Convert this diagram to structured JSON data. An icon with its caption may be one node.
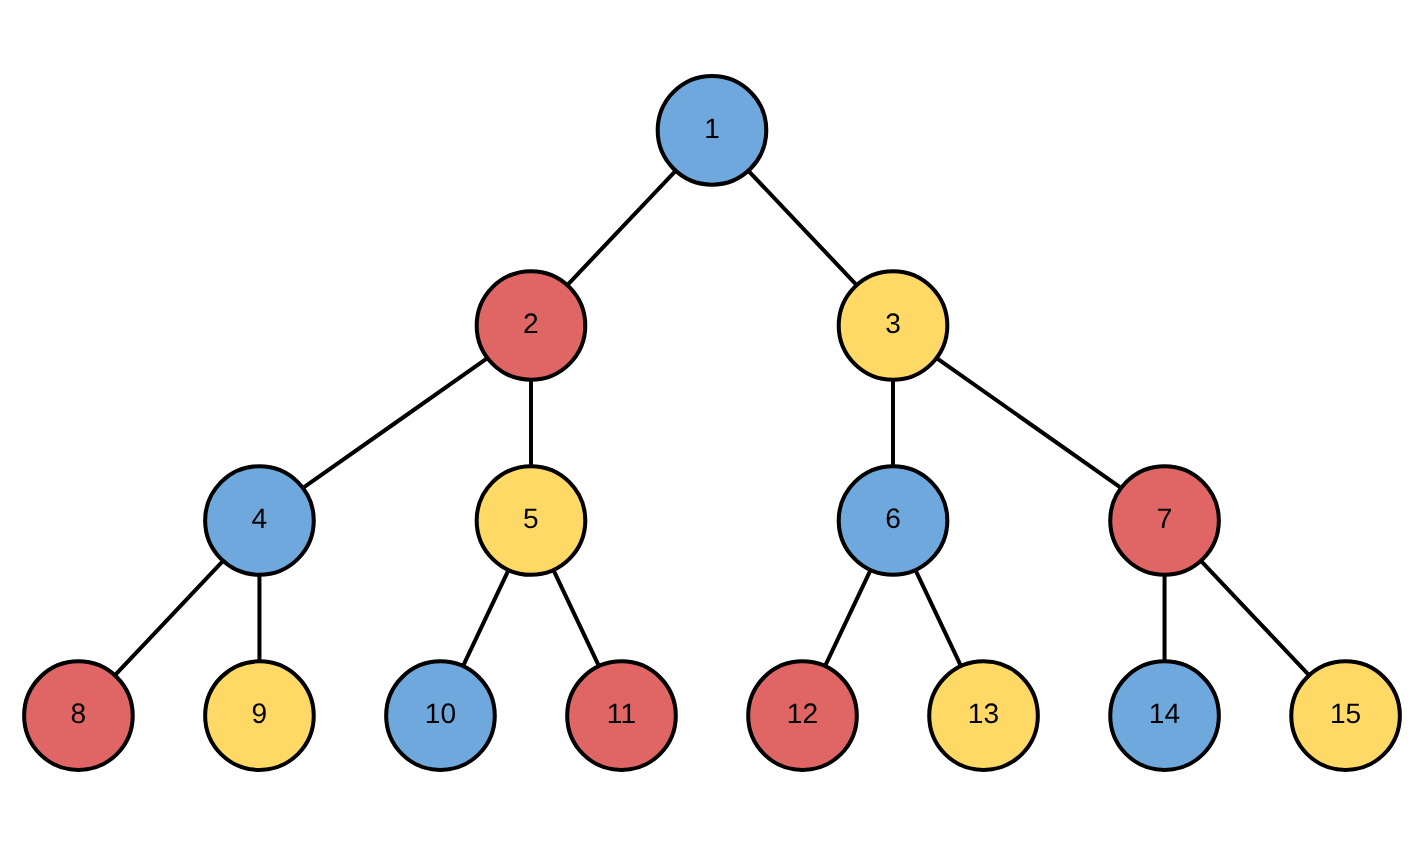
{
  "diagram": {
    "nodes": [
      {
        "text": [
          "1"
        ]
      },
      {
        "text": [
          "2"
        ]
      },
      {
        "text": [
          "3"
        ]
      },
      {
        "text": [
          "4"
        ]
      },
      {
        "text": [
          "5"
        ]
      },
      {
        "text": [
          "6"
        ]
      },
      {
        "text": [
          "7"
        ]
      },
      {
        "text": [
          "8"
        ]
      },
      {
        "text": [
          "9"
        ]
      },
      {
        "text": [
          "10"
        ]
      },
      {
        "text": [
          "11"
        ]
      },
      {
        "text": [
          "12"
        ]
      },
      {
        "text": [
          "13"
        ]
      },
      {
        "text": [
          "14"
        ]
      },
      {
        "text": [
          "15"
        ]
      }
    ],
    "edges": [
      {
        "from": 0,
        "to": 1,
        "arrow": "none"
      },
      {
        "from": 0,
        "to": 2,
        "arrow": "none"
      },
      {
        "from": 1,
        "to": 3,
        "arrow": "none"
      },
      {
        "from": 1,
        "to": 4,
        "arrow": "none"
      },
      {
        "from": 2,
        "to": 5,
        "arrow": "none"
      },
      {
        "from": 2,
        "to": 6,
        "arrow": "none"
      },
      {
        "from": 3,
        "to": 7,
        "arrow": "none"
      },
      {
        "from": 3,
        "to": 8,
        "arrow": "none"
      },
      {
        "from": 4,
        "to": 9,
        "arrow": "none"
      },
      {
        "from": 4,
        "to": 10,
        "arrow": "none"
      },
      {
        "from": 5,
        "to": 11,
        "arrow": "none"
      },
      {
        "from": 5,
        "to": 12,
        "arrow": "none"
      },
      {
        "from": 6,
        "to": 13,
        "arrow": "none"
      },
      {
        "from": 6,
        "to": 14,
        "arrow": "none"
      }
    ]
  }
}
